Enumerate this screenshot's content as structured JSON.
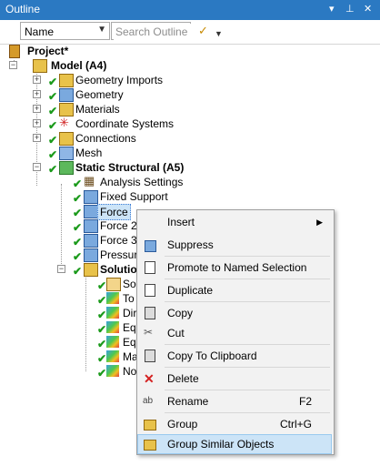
{
  "window": {
    "title": "Outline",
    "controls": [
      "▾",
      "⊥",
      "✕"
    ]
  },
  "toolbar": {
    "filter_value": "Name",
    "search_placeholder": "Search Outline"
  },
  "tree": {
    "project": "Project*",
    "model": "Model (A4)",
    "geometry_imports": "Geometry Imports",
    "geometry": "Geometry",
    "materials": "Materials",
    "coordinate_systems": "Coordinate Systems",
    "connections": "Connections",
    "mesh": "Mesh",
    "static_structural": "Static Structural (A5)",
    "analysis_settings": "Analysis Settings",
    "fixed_support": "Fixed Support",
    "force": "Force",
    "force2": "Force 2",
    "force3": "Force 3",
    "pressure": "Pressure",
    "solution": "Solution",
    "sol_children": [
      "Sol",
      "To",
      "Dir",
      "Eq",
      "Eq",
      "Ma",
      "No"
    ]
  },
  "context_menu": {
    "insert": "Insert",
    "suppress": "Suppress",
    "promote": "Promote to Named Selection",
    "duplicate": "Duplicate",
    "copy": "Copy",
    "cut": "Cut",
    "copy_clipboard": "Copy To Clipboard",
    "delete": "Delete",
    "rename": "Rename",
    "rename_shortcut": "F2",
    "group": "Group",
    "group_shortcut": "Ctrl+G",
    "group_similar": "Group Similar Objects"
  },
  "colors": {
    "titlebar": "#2b79c2",
    "check": "#1b9a1b",
    "highlight": "#cce4f7"
  }
}
